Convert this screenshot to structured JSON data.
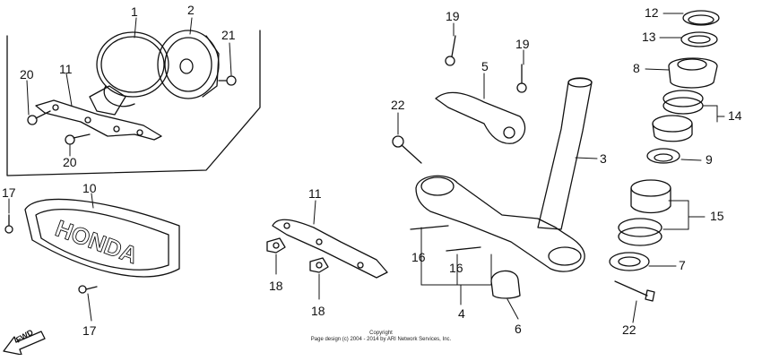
{
  "diagram": {
    "callouts": [
      {
        "id": "c1",
        "text": "1"
      },
      {
        "id": "c2",
        "text": "2"
      },
      {
        "id": "c21",
        "text": "21"
      },
      {
        "id": "c20a",
        "text": "20"
      },
      {
        "id": "c11a",
        "text": "11"
      },
      {
        "id": "c20b",
        "text": "20"
      },
      {
        "id": "c17a",
        "text": "17"
      },
      {
        "id": "c10",
        "text": "10"
      },
      {
        "id": "c17b",
        "text": "17"
      },
      {
        "id": "c19a",
        "text": "19"
      },
      {
        "id": "c19b",
        "text": "19"
      },
      {
        "id": "c5",
        "text": "5"
      },
      {
        "id": "c22a",
        "text": "22"
      },
      {
        "id": "c11b",
        "text": "11"
      },
      {
        "id": "c18a",
        "text": "18"
      },
      {
        "id": "c18b",
        "text": "18"
      },
      {
        "id": "c16a",
        "text": "16"
      },
      {
        "id": "c16b",
        "text": "16"
      },
      {
        "id": "c4",
        "text": "4"
      },
      {
        "id": "c6",
        "text": "6"
      },
      {
        "id": "c3",
        "text": "3"
      },
      {
        "id": "c12",
        "text": "12"
      },
      {
        "id": "c13",
        "text": "13"
      },
      {
        "id": "c8",
        "text": "8"
      },
      {
        "id": "c14",
        "text": "14"
      },
      {
        "id": "c9",
        "text": "9"
      },
      {
        "id": "c15",
        "text": "15"
      },
      {
        "id": "c7",
        "text": "7"
      },
      {
        "id": "c22b",
        "text": "22"
      }
    ],
    "emblem_text": "HONDA",
    "direction_label": "FWD",
    "copyright_line1": "Copyright",
    "copyright_line2": "Page design (c) 2004 - 2014 by ARI Network Services, Inc.",
    "line_color": "#111111"
  }
}
